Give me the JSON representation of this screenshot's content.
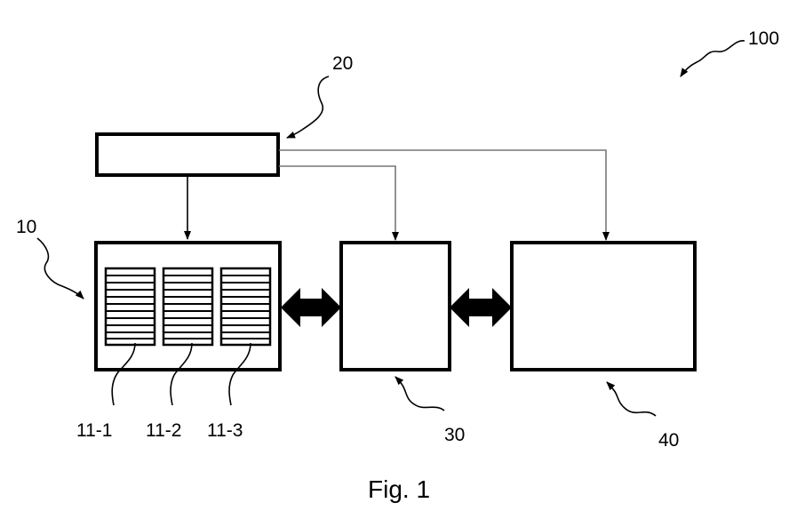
{
  "diagram": {
    "caption": "Fig. 1",
    "labels": {
      "system": "100",
      "controller": "20",
      "memory_module": "10",
      "block_30": "30",
      "block_40": "40",
      "bank_1": "11-1",
      "bank_2": "11-2",
      "bank_3": "11-3"
    },
    "colors": {
      "stroke": "#000000",
      "connector": "#7a7a7a",
      "background": "#ffffff"
    }
  }
}
